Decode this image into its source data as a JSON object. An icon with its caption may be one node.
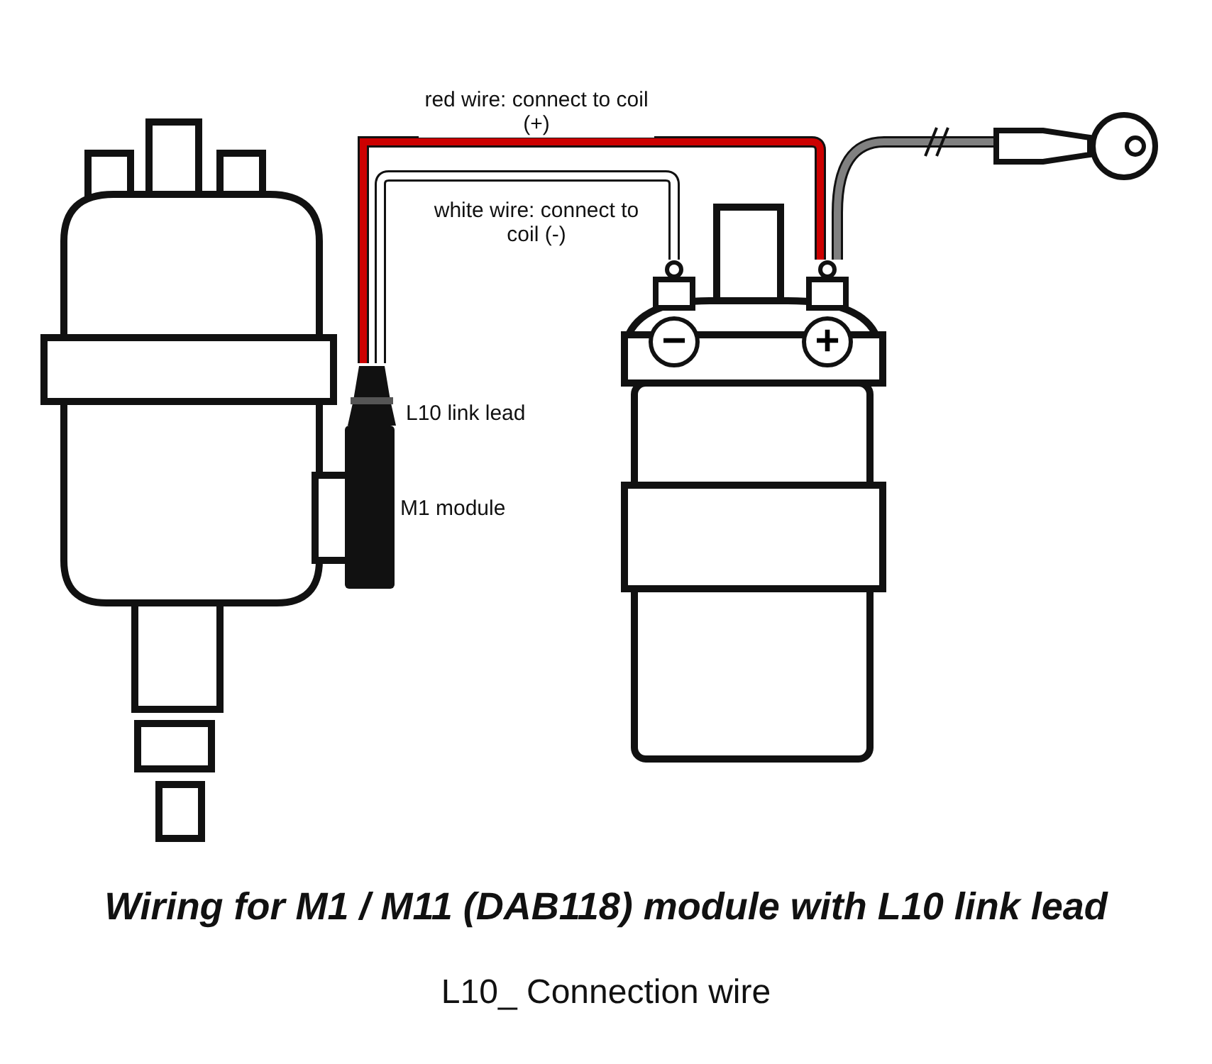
{
  "diagram": {
    "title": "Wiring for M1 / M11 (DAB118) module with L10 link lead",
    "caption": "L10_ Connection wire",
    "nodes": [
      {
        "text": [],
        "shape": "picture"
      },
      {
        "text": [],
        "shape": "bar",
        "beside": [
          "M1 module"
        ]
      },
      {
        "text": [],
        "shape": "picture",
        "beside": [
          "L10 link lead"
        ]
      },
      {
        "text": [],
        "shape": "picture"
      },
      {
        "text": [
          "−"
        ]
      },
      {
        "text": [
          "+"
        ]
      },
      {
        "text": [],
        "shape": "picture"
      }
    ],
    "edges": [
      {
        "from": 2,
        "to": 5,
        "arrow": "none",
        "label": "red wire: connect to coil (+)",
        "color": "#cc0000"
      },
      {
        "from": 2,
        "to": 4,
        "arrow": "none",
        "label": "white wire: connect to coil (-)",
        "color": "#ffffff"
      },
      {
        "from": 5,
        "to": 6,
        "arrow": "none",
        "color": "#808080"
      }
    ]
  }
}
